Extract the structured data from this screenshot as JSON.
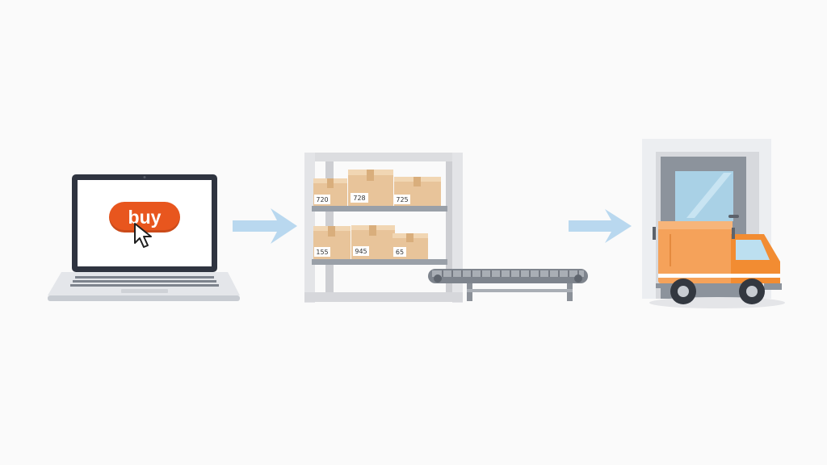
{
  "colors": {
    "background": "#fafafa",
    "buy_button": "#e8561e",
    "arrow": "#b9d8ef",
    "box": "#e8c49a",
    "truck": "#f5a25a",
    "shelf": "#d9dadd"
  },
  "step_1_order": {
    "device": "laptop-icon",
    "button_label": "buy",
    "cursor": "cursor-arrow-icon"
  },
  "step_2_warehouse": {
    "shelf": "shelf-icon",
    "top_row_labels": [
      "720",
      "728",
      "725"
    ],
    "bottom_row_labels": [
      "155",
      "945",
      "65"
    ],
    "conveyor": "conveyor-belt-icon"
  },
  "step_3_delivery": {
    "building": "warehouse-door-icon",
    "vehicle": "delivery-truck-icon"
  },
  "arrows": [
    "arrow-right-icon",
    "arrow-right-icon"
  ]
}
